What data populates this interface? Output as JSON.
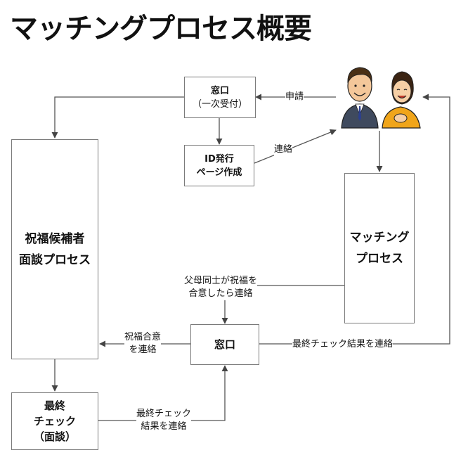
{
  "title": "マッチングプロセス概要",
  "boxes": {
    "window_top": {
      "line1": "窓口",
      "line2": "（一次受付）"
    },
    "id_issue": {
      "line1": "ID発行",
      "line2": "ページ作成"
    },
    "blessing": {
      "line1": "祝福候補者",
      "line2": "面談プロセス"
    },
    "matching": {
      "line1": "マッチング",
      "line2": "プロセス"
    },
    "window_mid": {
      "line1": "窓口"
    },
    "final_check": {
      "line1": "最終",
      "line2": "チェック",
      "line3": "（面談）"
    }
  },
  "edge_labels": {
    "apply": "申請",
    "contact": "連絡",
    "parents_1": "父母同士が祝福を",
    "parents_2": "合意したら連絡",
    "blessing_1": "祝福合意",
    "blessing_2": "を連絡",
    "final_result": "最終チェック結果を連絡",
    "final_bottom_1": "最終チェック",
    "final_bottom_2": "結果を連絡"
  },
  "icons": {
    "people": "couple-icon"
  }
}
